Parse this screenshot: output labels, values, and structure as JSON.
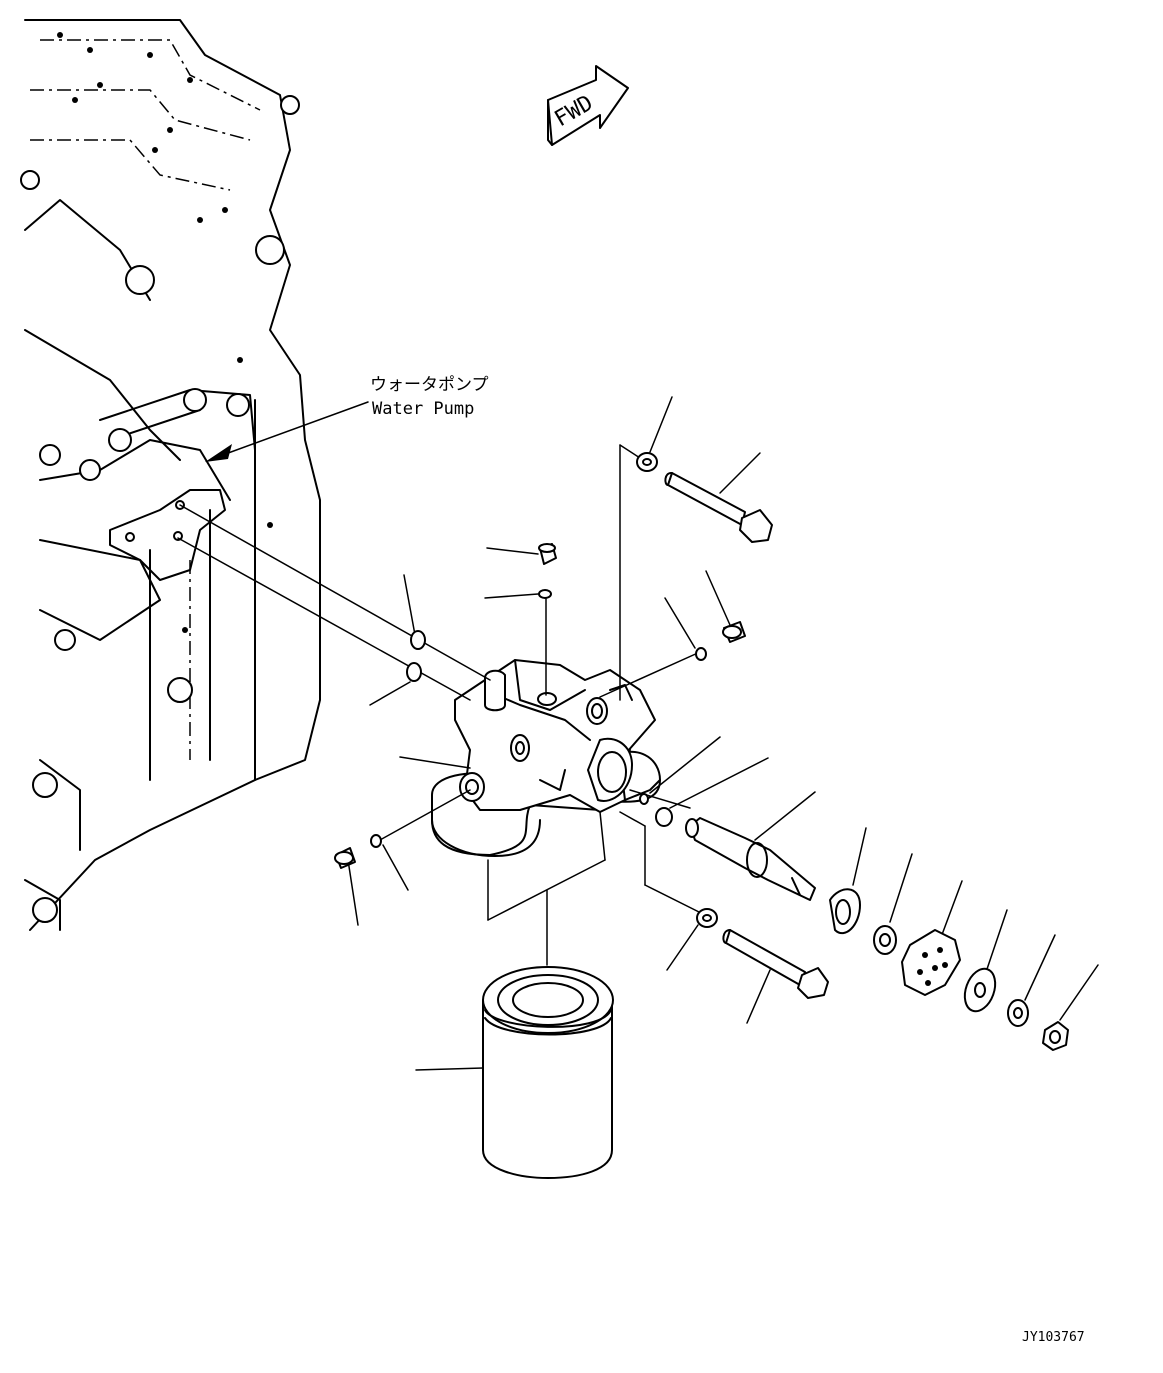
{
  "fwd_label": "FWD",
  "callout": {
    "jp": "ウォータポンプ",
    "en": "Water Pump"
  },
  "drawing_code": "JY103767"
}
